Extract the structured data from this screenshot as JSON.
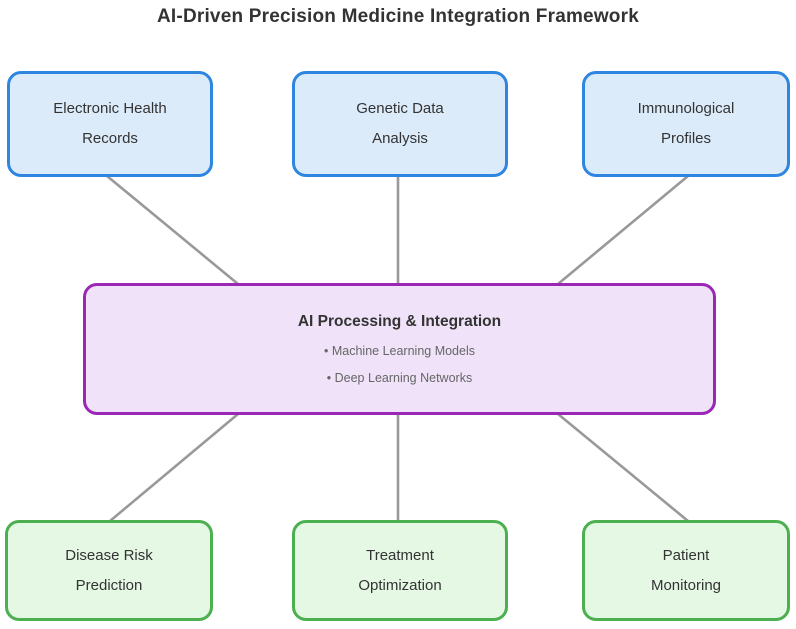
{
  "title": "AI-Driven Precision Medicine Integration Framework",
  "colors": {
    "input-border": "#2E86E0",
    "input-fill": "#DCEBFA",
    "hub-border": "#9B27B5",
    "hub-fill": "#F0E3F9",
    "output-border": "#4CAF50",
    "output-fill": "#E4F8E4",
    "connector": "#999999",
    "text-primary": "#333333",
    "text-secondary": "#666666"
  },
  "inputs": [
    {
      "line1": "Electronic Health",
      "line2": "Records"
    },
    {
      "line1": "Genetic Data",
      "line2": "Analysis"
    },
    {
      "line1": "Immunological",
      "line2": "Profiles"
    }
  ],
  "hub": {
    "heading": "AI Processing & Integration",
    "bullets": [
      "• Machine Learning Models",
      "• Deep Learning Networks"
    ]
  },
  "outputs": [
    {
      "line1": "Disease Risk",
      "line2": "Prediction"
    },
    {
      "line1": "Treatment",
      "line2": "Optimization"
    },
    {
      "line1": "Patient",
      "line2": "Monitoring"
    }
  ]
}
